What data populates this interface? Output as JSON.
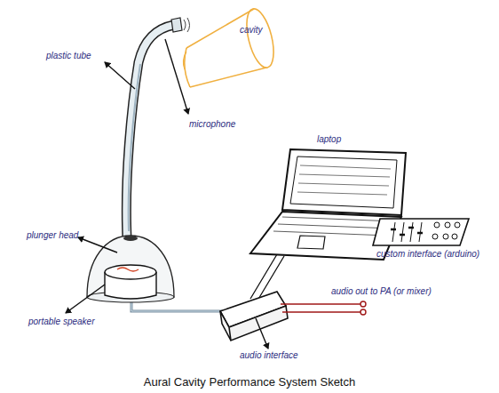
{
  "diagram": {
    "caption": "Aural Cavity Performance System Sketch",
    "nodes": [
      {
        "text": [
          "cavity"
        ]
      }
    ],
    "labels": [
      "plastic tube",
      "microphone",
      "laptop",
      "plunger head",
      "custom interface (arduino)",
      "portable speaker",
      "audio out to PA (or mixer)",
      "audio interface"
    ]
  }
}
